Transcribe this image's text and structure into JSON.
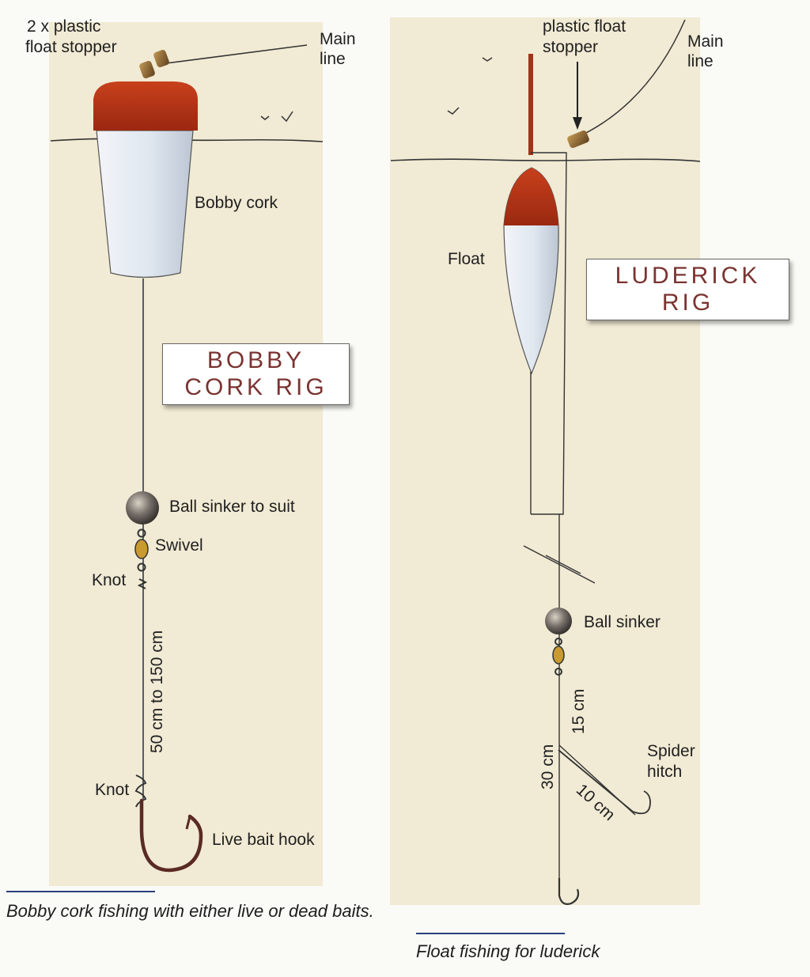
{
  "left_rig": {
    "title_line1": "BOBBY",
    "title_line2": "CORK RIG",
    "labels": {
      "float_stopper_line1": "2 x plastic",
      "float_stopper_line2": "float stopper",
      "main_line_1": "Main",
      "main_line_2": "line",
      "bobby_cork": "Bobby cork",
      "ball_sinker": "Ball sinker to suit",
      "swivel": "Swivel",
      "knot_top": "Knot",
      "leader_length": "50 cm to 150 cm",
      "knot_bottom": "Knot",
      "hook": "Live bait hook"
    },
    "caption": "Bobby cork fishing with either live or dead baits."
  },
  "right_rig": {
    "title_line1": "LUDERICK",
    "title_line2": "RIG",
    "labels": {
      "float_stopper_line1": "plastic float",
      "float_stopper_line2": "stopper",
      "main_line_1": "Main",
      "main_line_2": "line",
      "float": "Float",
      "ball_sinker": "Ball sinker",
      "dim_15": "15 cm",
      "dim_30": "30 cm",
      "dim_10": "10 cm",
      "spider_hitch_1": "Spider",
      "spider_hitch_2": "hitch"
    },
    "caption": "Float fishing for luderick"
  },
  "colors": {
    "panel": "#f1ead4",
    "float_red": "#b83316",
    "title_text": "#7a3431",
    "caption_rule": "#2a3f7a"
  }
}
